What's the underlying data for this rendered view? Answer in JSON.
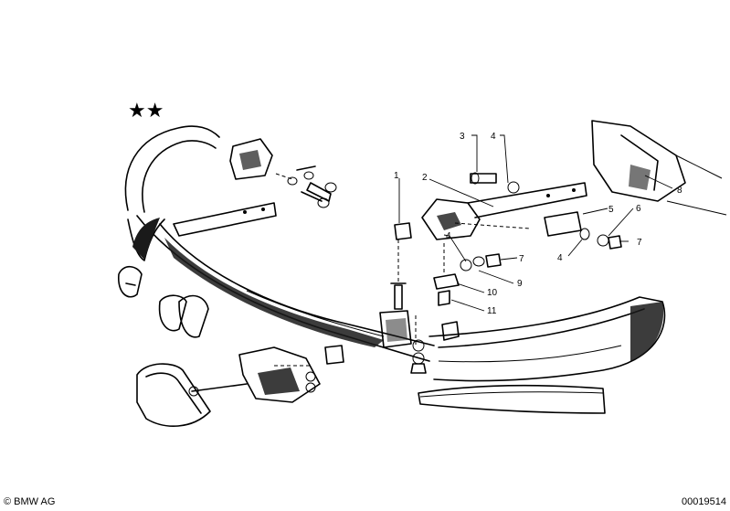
{
  "diagram": {
    "marker": "★★",
    "callouts": [
      {
        "id": "c1",
        "label": "1"
      },
      {
        "id": "c2",
        "label": "2"
      },
      {
        "id": "c3",
        "label": "3"
      },
      {
        "id": "c4a",
        "label": "4"
      },
      {
        "id": "c4b",
        "label": "4"
      },
      {
        "id": "c4c",
        "label": "4"
      },
      {
        "id": "c5",
        "label": "5"
      },
      {
        "id": "c6",
        "label": "6"
      },
      {
        "id": "c7a",
        "label": "7"
      },
      {
        "id": "c7b",
        "label": "7"
      },
      {
        "id": "c8",
        "label": "8"
      },
      {
        "id": "c9",
        "label": "9"
      },
      {
        "id": "c10",
        "label": "10"
      },
      {
        "id": "c11",
        "label": "11"
      }
    ]
  },
  "footer": {
    "copyright": "© BMW AG",
    "diagram_id": "00019514"
  }
}
